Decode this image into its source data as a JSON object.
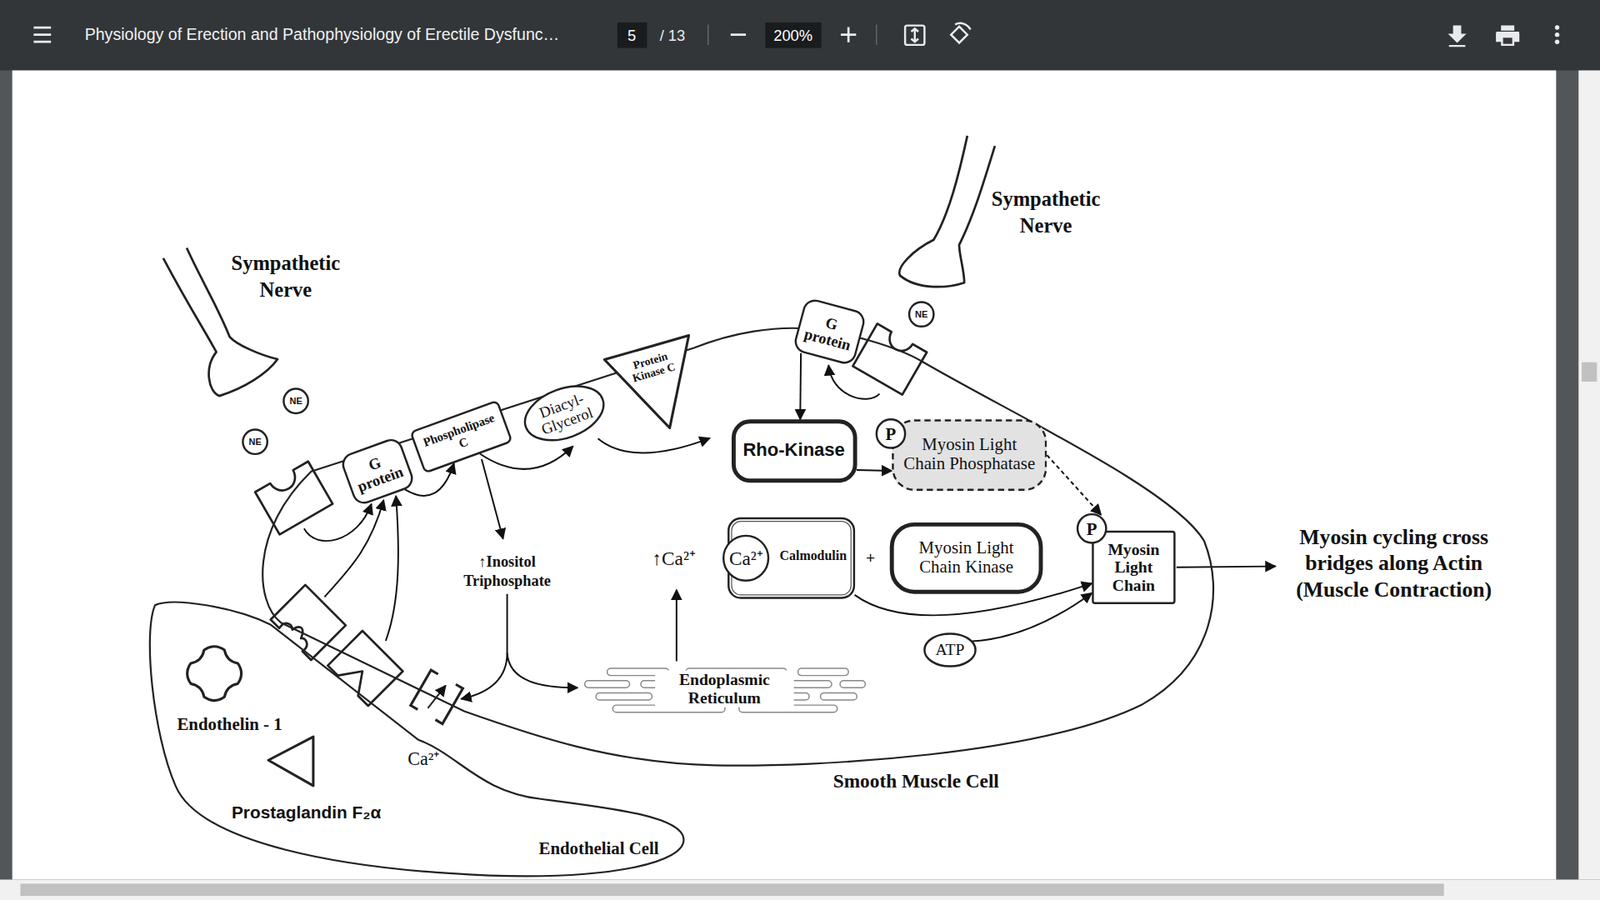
{
  "diagram": {
    "nodes": [
      {
        "text": [
          "Smooth Muscle Cell"
        ]
      },
      {
        "text": [
          "Endothelial Cell"
        ]
      },
      {
        "text": [
          "NE"
        ]
      },
      {
        "text": [
          "NE"
        ]
      },
      {
        "text": [
          "G protein"
        ],
        "in": 0
      },
      {
        "text": [
          "Phospholipase C"
        ],
        "in": 0
      },
      {
        "text": [
          "Diacyl- Glycerol"
        ],
        "in": 0
      },
      {
        "text": [
          "Protein Kinase C"
        ],
        "in": 0
      },
      {
        "text": [
          "NE"
        ]
      },
      {
        "text": [
          "G protein"
        ],
        "in": 0
      },
      {
        "text": [
          "Rho-Kinase"
        ],
        "in": 0
      },
      {
        "text": [
          "P"
        ],
        "in": 0
      },
      {
        "text": [
          "Myosin Light Chain Phosphatase"
        ],
        "in": 0
      },
      {
        "text": [
          "Calmodulin"
        ],
        "in": 0
      },
      {
        "text": [
          "Ca²⁺"
        ],
        "in": 13
      },
      {
        "text": [
          "Myosin Light Chain Kinase"
        ],
        "in": 0
      },
      {
        "text": [
          "P"
        ],
        "in": 0
      },
      {
        "text": [
          "Myosin Light Chain"
        ],
        "in": 0
      },
      {
        "text": [
          "ATP"
        ],
        "in": 0
      },
      {
        "text": [
          "Endoplasmic Reticulum"
        ],
        "in": 0
      }
    ],
    "edges": [
      {
        "from": 4,
        "to": 5,
        "arrow": "to"
      },
      {
        "from": 5,
        "to": 6,
        "arrow": "to"
      },
      {
        "from": 6,
        "to": 7,
        "arrow": "to"
      },
      {
        "from": 9,
        "to": 10,
        "arrow": "to"
      },
      {
        "from": 10,
        "to": 12,
        "arrow": "to"
      },
      {
        "from": 12,
        "to": 16,
        "arrow": "to"
      },
      {
        "from": 13,
        "to": 17,
        "arrow": "to"
      },
      {
        "from": 18,
        "to": 17,
        "arrow": "to"
      }
    ],
    "labels": [
      "Physiology of Erection and Pathophysiology of Erectile Dysfunc…",
      "5",
      "/ 13",
      "200%",
      "Sympathetic Nerve",
      "Sympathetic Nerve",
      "↑Inositol Triphosphate",
      "↑Ca²⁺",
      "+",
      "Ca²⁺",
      "Endothelin - 1",
      "Prostaglandin F₂α",
      "Myosin cycling cross bridges along Actin (Muscle Contraction)"
    ]
  }
}
